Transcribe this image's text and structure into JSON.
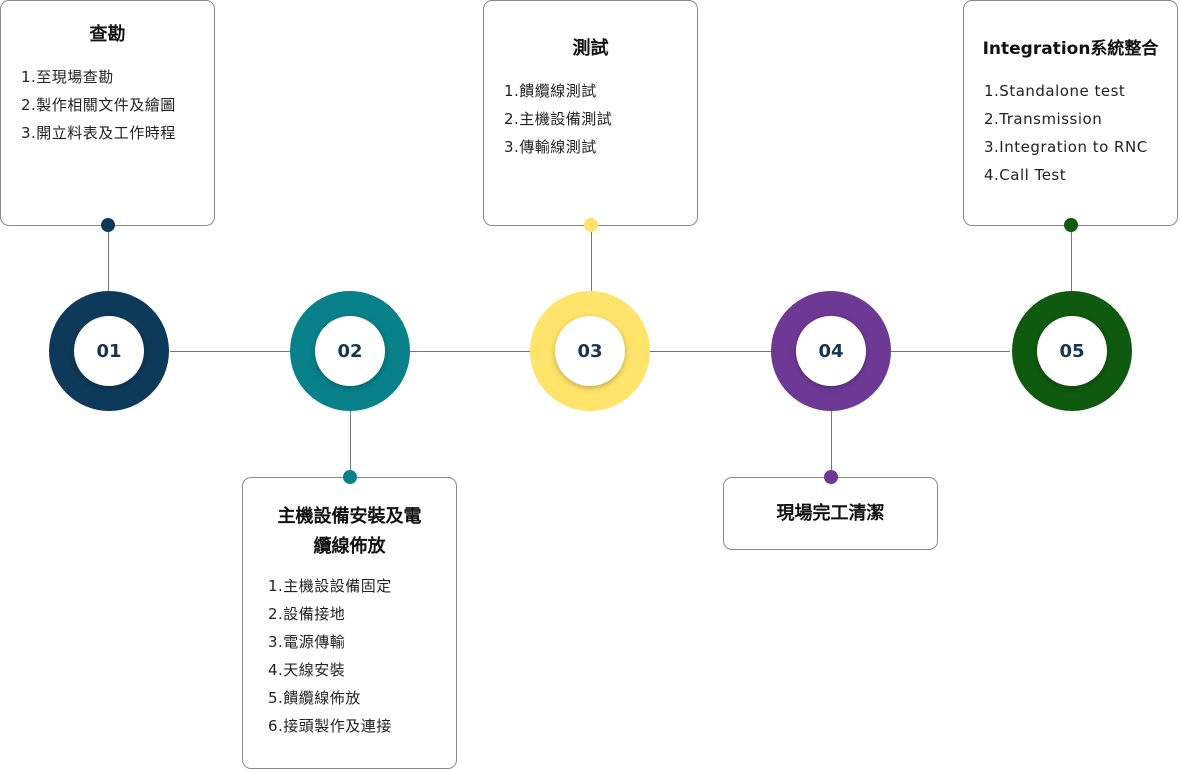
{
  "colors": {
    "s1": "#0d3a5a",
    "s2": "#08818a",
    "s3": "#ffe36b",
    "s4": "#6e3994",
    "s5": "#0f5a0f"
  },
  "steps": [
    {
      "number": "01",
      "title": "查勘",
      "items": [
        "1.至現場查勘",
        "2.製作相關文件及繪圖",
        "3.開立料表及工作時程"
      ]
    },
    {
      "number": "02",
      "title_line1": "主機設備安裝及電",
      "title_line2": "纜線佈放",
      "items": [
        "1.主機設設備固定",
        "2.設備接地",
        "3.電源傳輸",
        "4.天線安裝",
        "5.饋纜線佈放",
        "6.接頭製作及連接"
      ]
    },
    {
      "number": "03",
      "title": "測試",
      "items": [
        "1.饋纜線測試",
        "2.主機設備測試",
        "3.傳輸線測試"
      ]
    },
    {
      "number": "04",
      "title": "現場完工清潔"
    },
    {
      "number": "05",
      "title": "Integration系統整合",
      "items": [
        "1.Standalone test",
        "2.Transmission",
        "3.Integration to RNC",
        "4.Call Test"
      ]
    }
  ]
}
